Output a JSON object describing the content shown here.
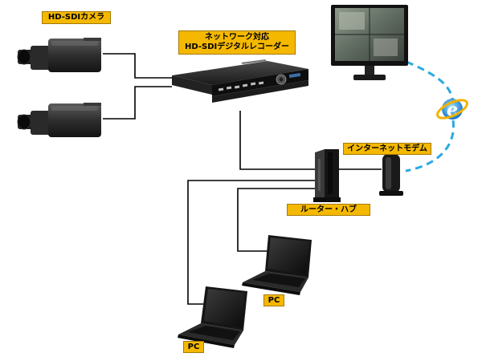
{
  "labels": {
    "camera": "HD-SDIカメラ",
    "recorder_line1": "ネットワーク対応",
    "recorder_line2": "HD-SDIデジタルレコーダー",
    "modem": "インターネットモデム",
    "router": "ルーター・ハブ",
    "pc_upper": "PC",
    "pc_lower": "PC"
  },
  "devices": [
    {
      "name": "camera",
      "count": 2
    },
    {
      "name": "digital-recorder"
    },
    {
      "name": "monitor"
    },
    {
      "name": "internet-explorer-icon"
    },
    {
      "name": "router-hub"
    },
    {
      "name": "internet-modem"
    },
    {
      "name": "laptop",
      "count": 2
    }
  ],
  "colors": {
    "label_fill": "#f5b800",
    "cable": "#000000",
    "internet_link": "#2aa9e0"
  }
}
